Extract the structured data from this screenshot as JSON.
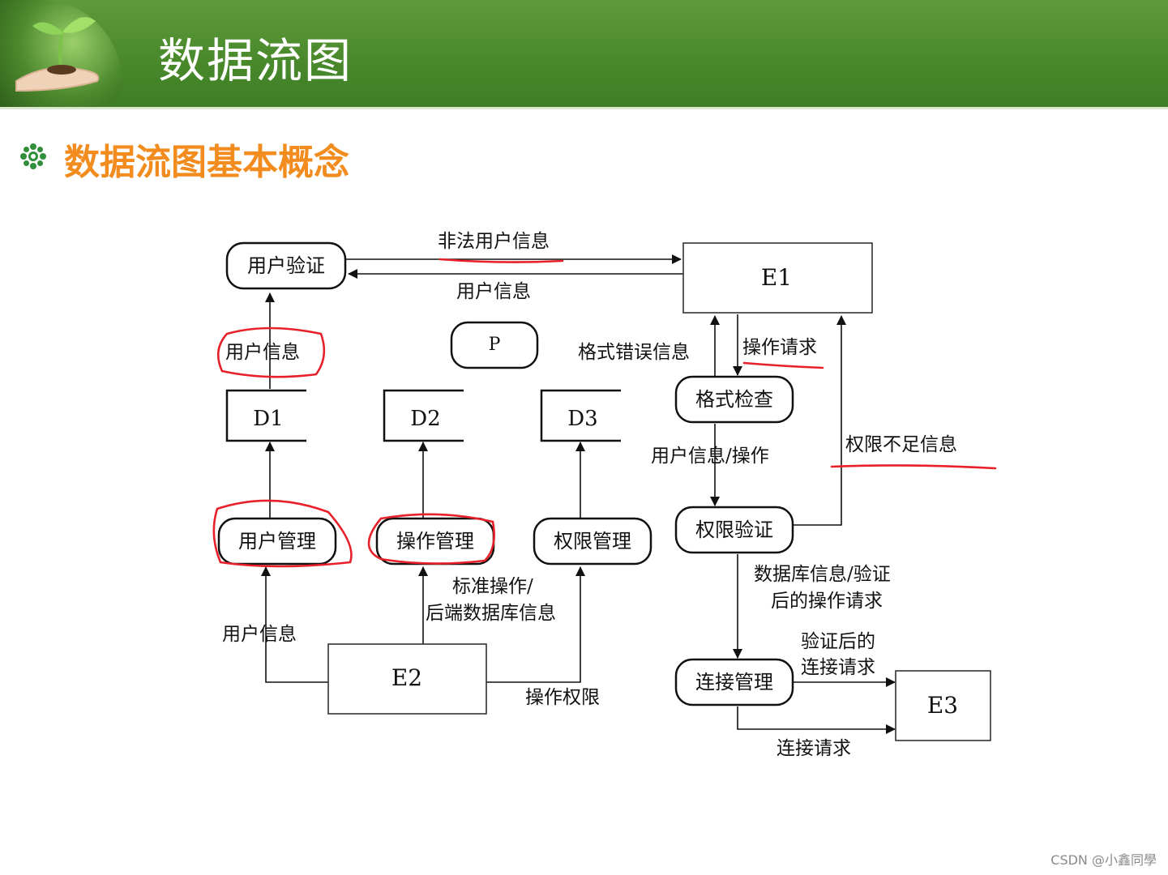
{
  "header": {
    "title": "数据流图"
  },
  "subtitle": "数据流图基本概念",
  "icons": {
    "bullet": "gear-flower-icon",
    "header_image": "hands-holding-seedling-image"
  },
  "colors": {
    "header_green": "#4a8a2c",
    "subtitle_orange": "#f28c1e",
    "annotation_red": "#e8202a"
  },
  "diagram": {
    "processes": {
      "user_verify": "用户验证",
      "p": "P",
      "format_check": "格式检查",
      "user_mgmt": "用户管理",
      "op_mgmt": "操作管理",
      "perm_mgmt": "权限管理",
      "perm_verify": "权限验证",
      "conn_mgmt": "连接管理"
    },
    "stores": {
      "d1": "D1",
      "d2": "D2",
      "d3": "D3"
    },
    "entities": {
      "e1": "E1",
      "e2": "E2",
      "e3": "E3"
    },
    "flows": {
      "illegal_user_info": "非法用户信息",
      "user_info_top": "用户信息",
      "user_info_d1": "用户信息",
      "format_error": "格式错误信息",
      "op_request": "操作请求",
      "user_info_op": "用户信息/操作",
      "perm_insufficient": "权限不足信息",
      "std_op_line1": "标准操作/",
      "std_op_line2": "后端数据库信息",
      "user_info_e2": "用户信息",
      "op_perm": "操作权限",
      "db_info_line1": "数据库信息/验证",
      "db_info_line2": "后的操作请求",
      "verified_line1": "验证后的",
      "verified_line2": "连接请求",
      "conn_request": "连接请求"
    }
  },
  "watermark": "CSDN @小鑫同學"
}
